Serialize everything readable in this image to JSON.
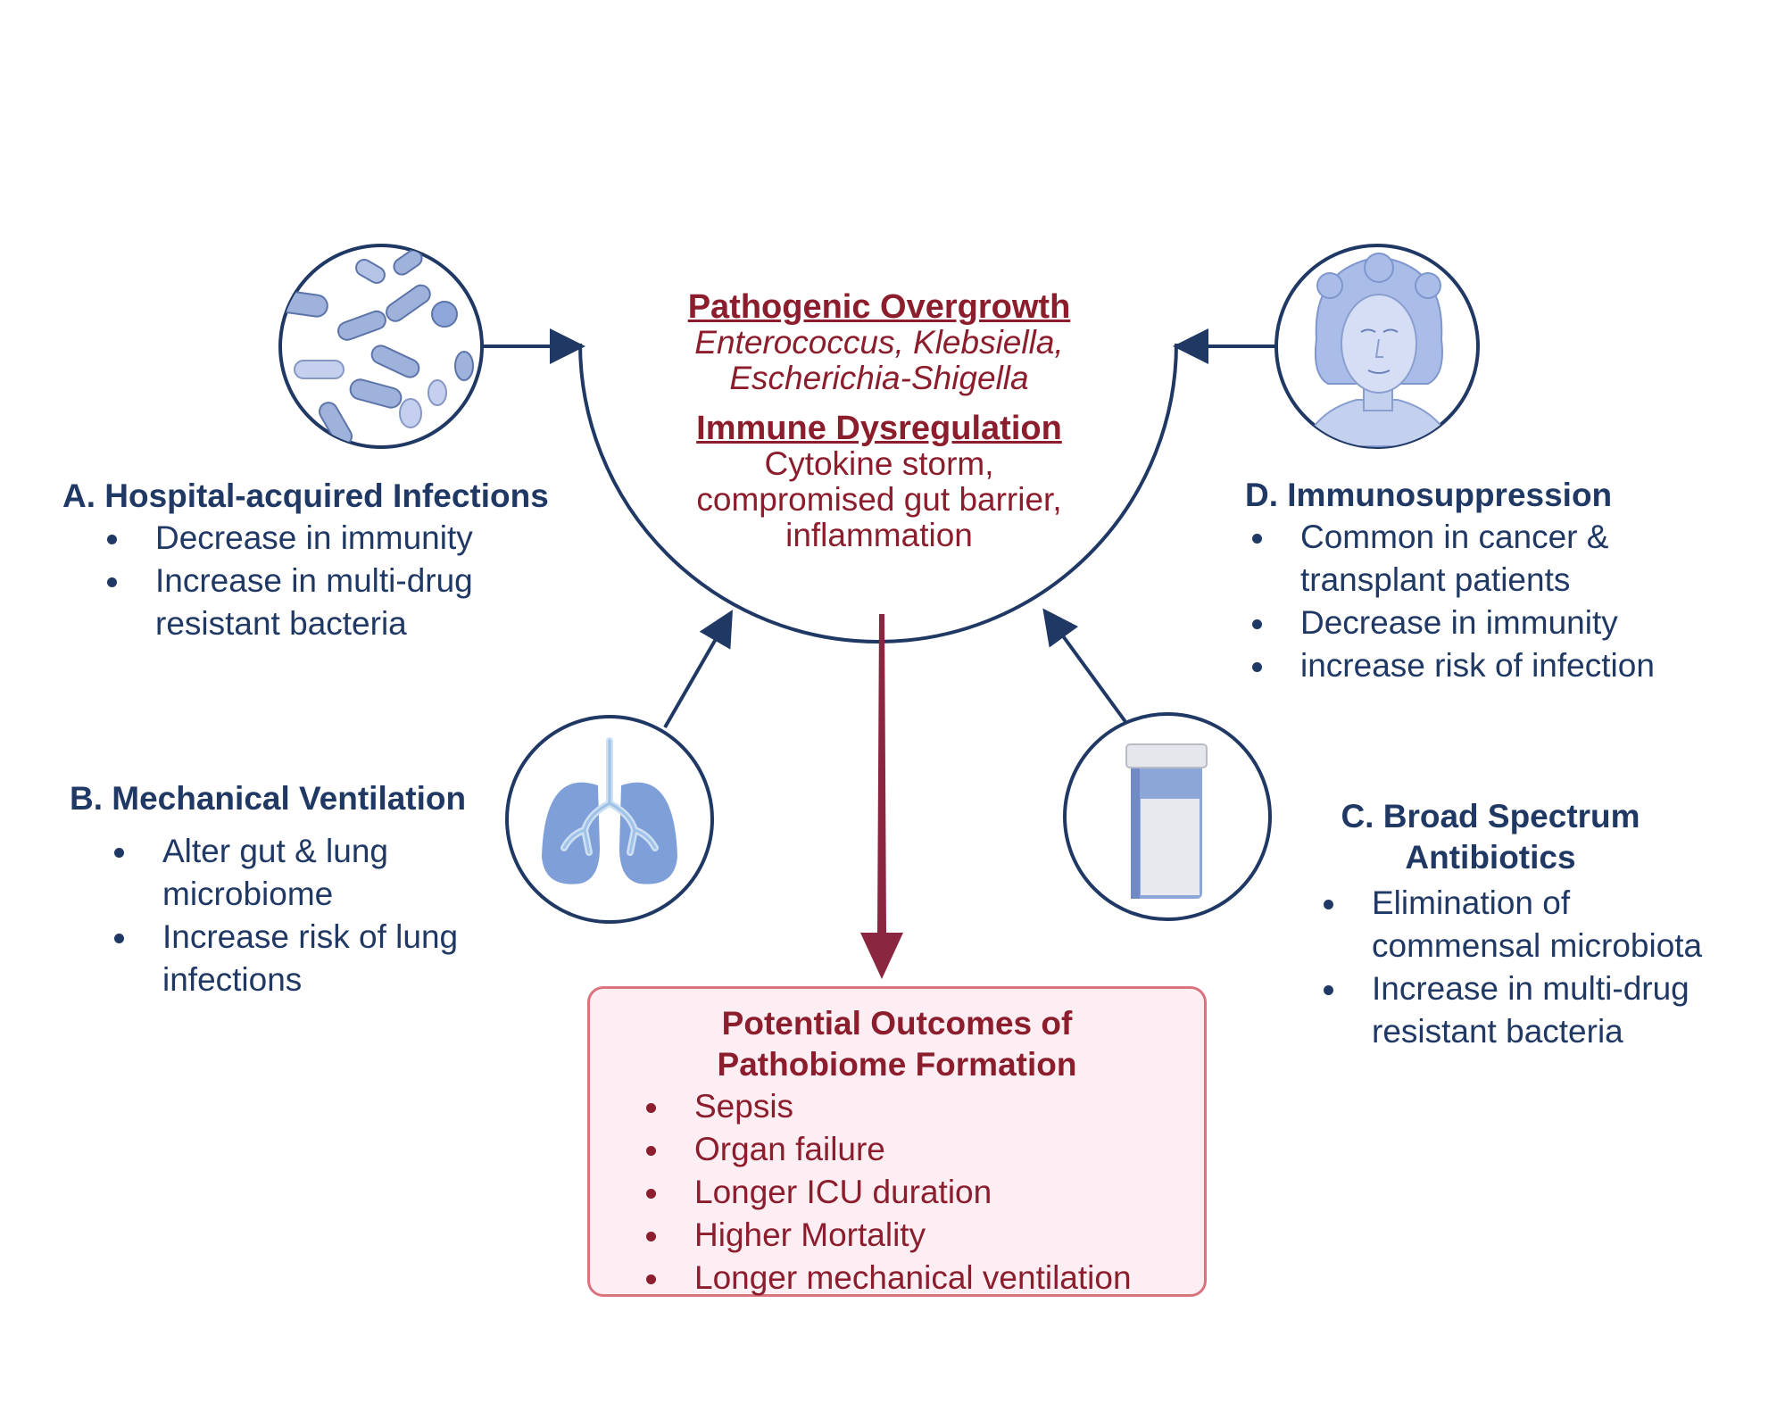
{
  "center": {
    "title1": "Pathogenic Overgrowth",
    "line1a": "Enterococcus, Klebsiella,",
    "line1b": "Escherichia-Shigella",
    "title2": "Immune Dysregulation",
    "line2a": "Cytokine storm,",
    "line2b": "compromised gut barrier,",
    "line2c": "inflammation"
  },
  "panelA": {
    "title": "A. Hospital-acquired Infections",
    "items": [
      "Decrease in immunity",
      "Increase in multi-drug resistant bacteria"
    ]
  },
  "panelB": {
    "title": "B. Mechanical Ventilation",
    "items": [
      "Alter gut & lung microbiome",
      "Increase risk of lung infections"
    ]
  },
  "panelC": {
    "title": "C. Broad Spectrum Antibiotics",
    "items": [
      "Elimination of commensal microbiota",
      "Increase in multi-drug resistant bacteria"
    ]
  },
  "panelD": {
    "title": "D. Immunosuppression",
    "items": [
      "Common in cancer & transplant patients",
      "Decrease in immunity",
      "increase risk of infection"
    ]
  },
  "outcomes": {
    "title": "Potential Outcomes of Pathobiome Formation",
    "items": [
      "Sepsis",
      "Organ failure",
      "Longer ICU duration",
      "Higher Mortality",
      "Longer mechanical ventilation"
    ]
  },
  "icons": {
    "a": "bacteria-icon",
    "b": "lungs-icon",
    "c": "pill-bottle-icon",
    "d": "person-face-icon"
  },
  "colors": {
    "navy": "#1f3864",
    "dark_red": "#8b1d2c",
    "box_fill": "#fdeef3",
    "box_border": "#d9737d",
    "icon_blue": "#7f9fd8"
  }
}
